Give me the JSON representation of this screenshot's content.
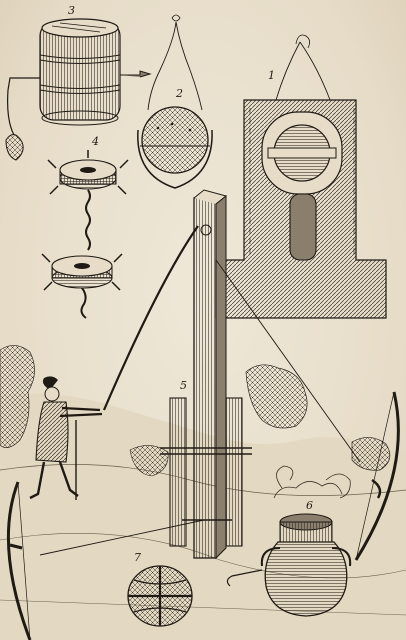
{
  "figures": [
    {
      "id": "fig-3",
      "number": "3",
      "subject": "barrel-grenade"
    },
    {
      "id": "fig-2",
      "number": "2",
      "subject": "hanging-fire-ball"
    },
    {
      "id": "fig-1",
      "number": "1",
      "subject": "mortar-section"
    },
    {
      "id": "fig-4",
      "number": "4",
      "subject": "spiked-chain-shot"
    },
    {
      "id": "fig-5",
      "number": "5",
      "subject": "launching-frame"
    },
    {
      "id": "fig-6",
      "number": "6",
      "subject": "fire-pot"
    },
    {
      "id": "fig-7",
      "number": "7",
      "subject": "bound-ball"
    }
  ],
  "colors": {
    "ink": "#1f1a14",
    "paper": "#e9e1cf",
    "shade": "#8a7f6c"
  }
}
